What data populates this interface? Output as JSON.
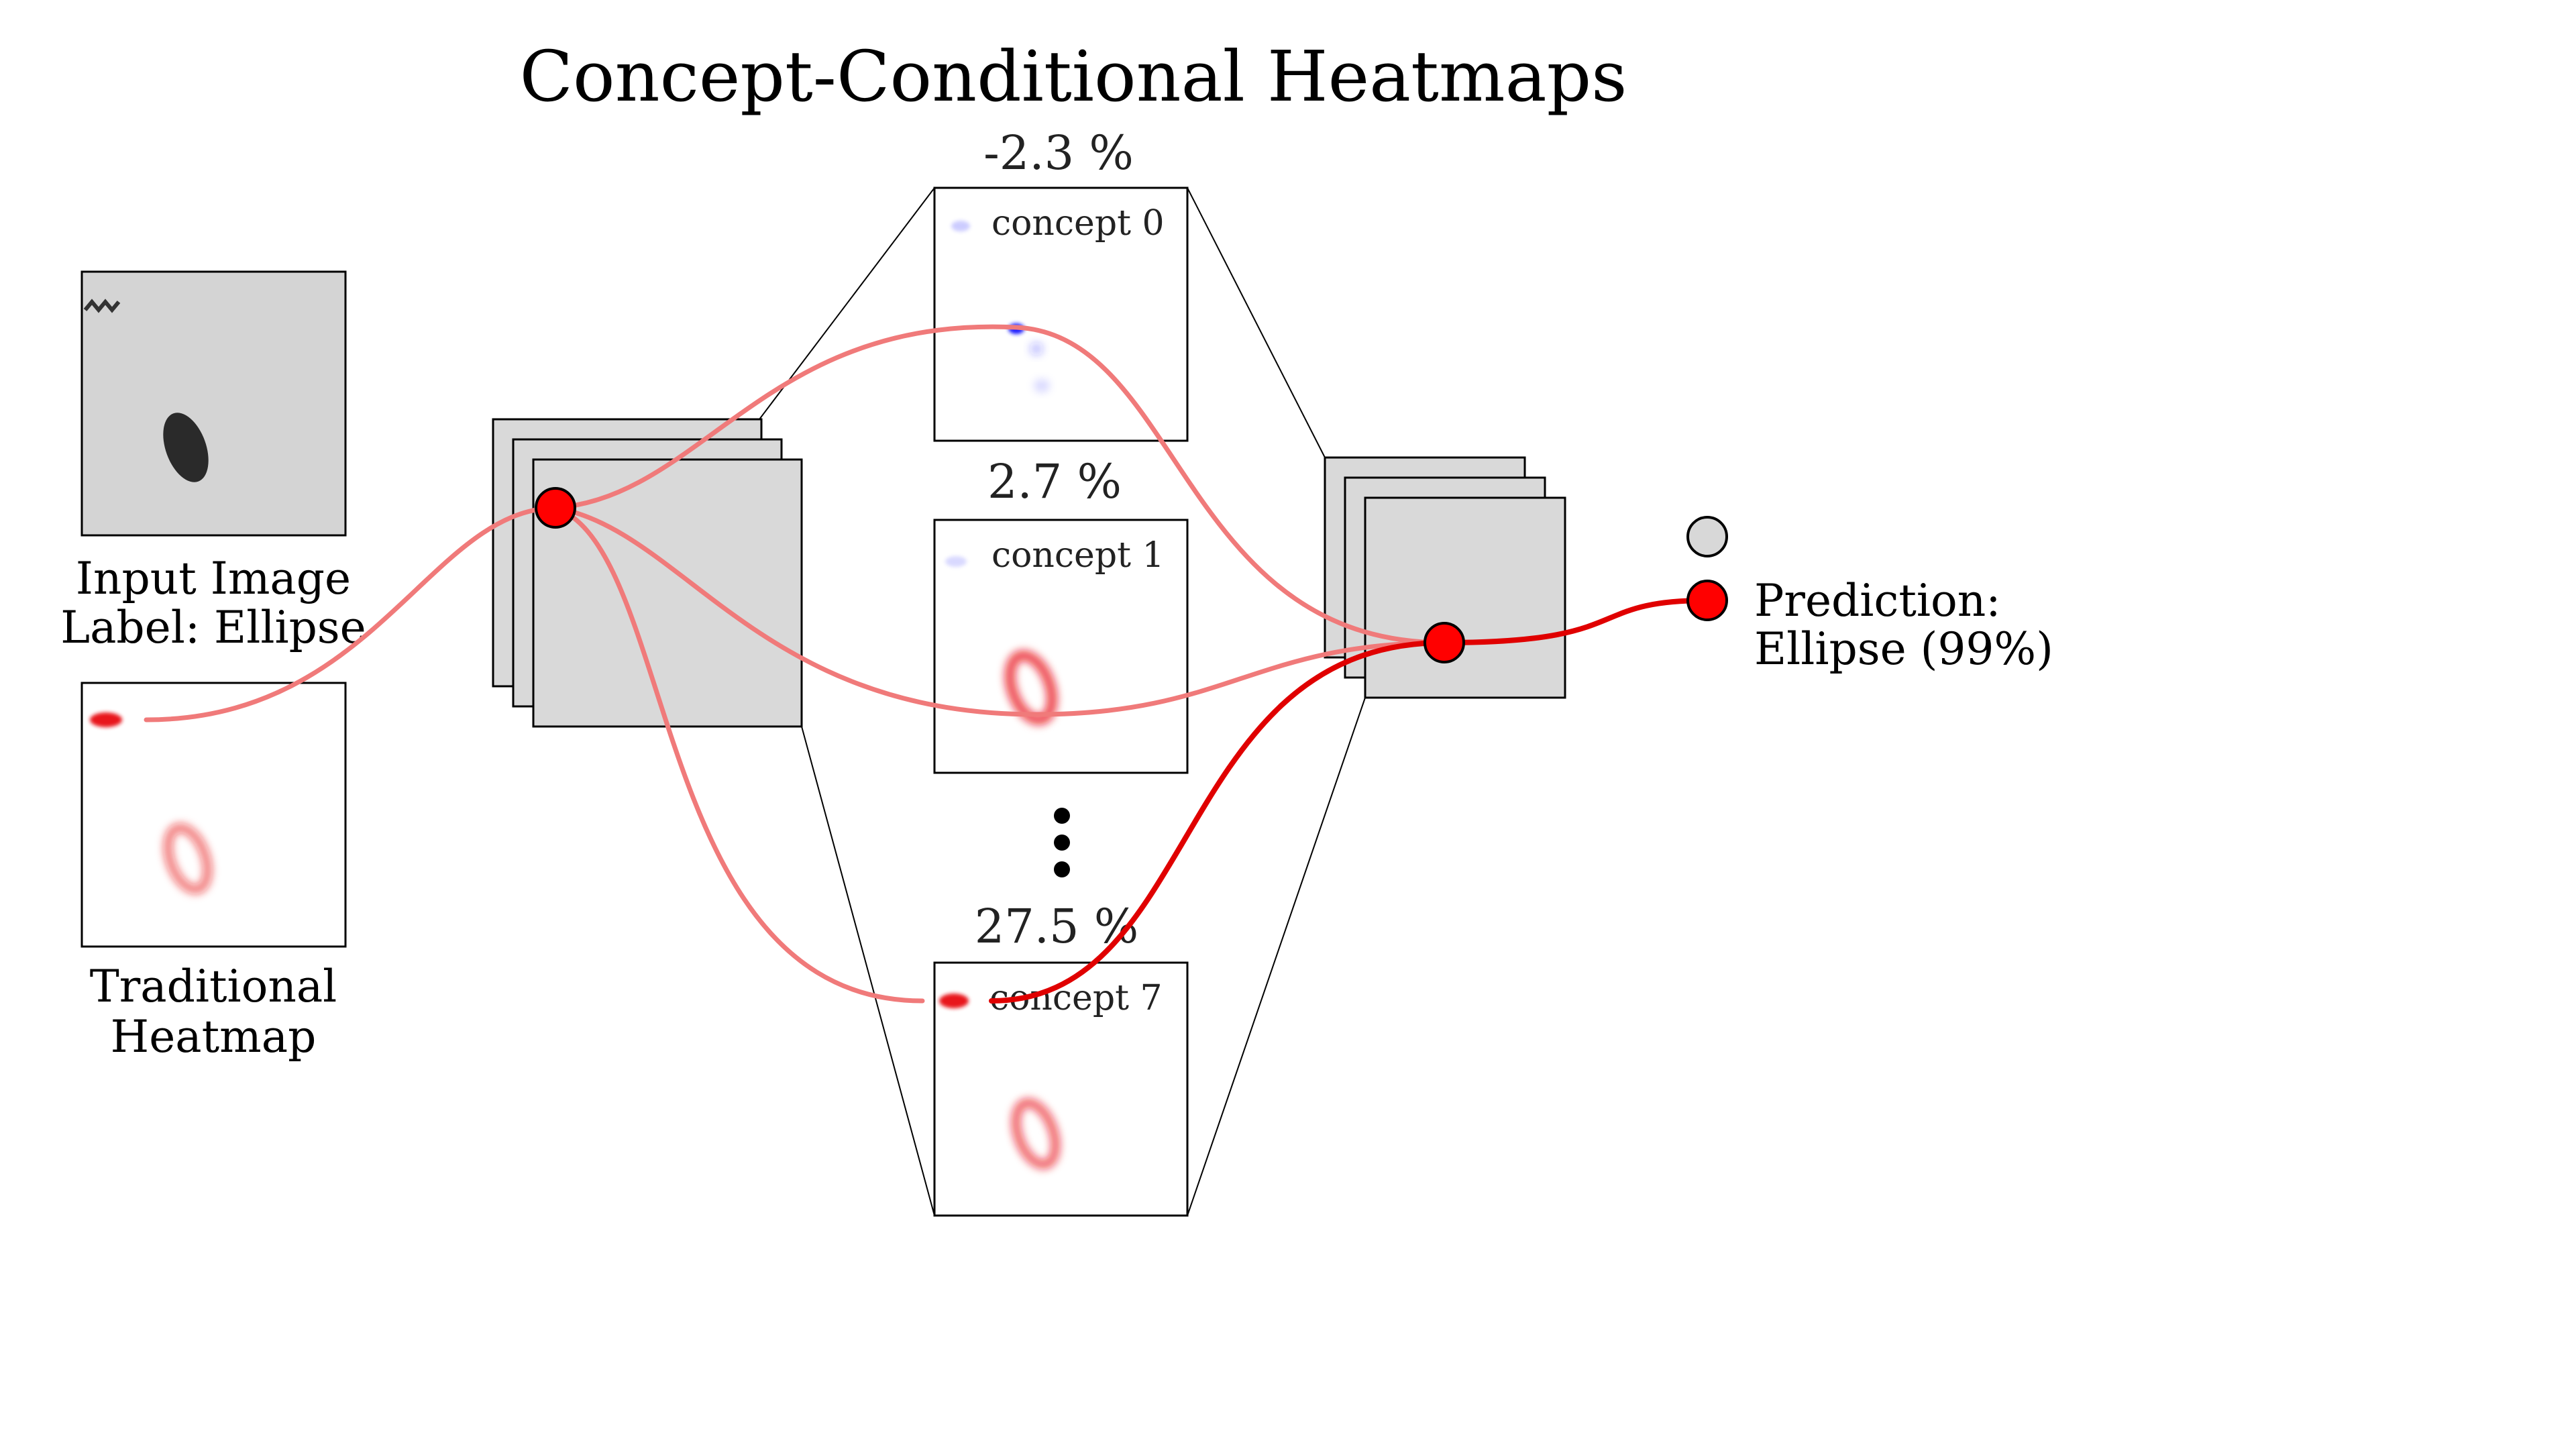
{
  "title": "Concept-Conditional Heatmaps",
  "input": {
    "label_line1": "Input Image",
    "label_line2": "Label: Ellipse"
  },
  "heatmap": {
    "label_line1": "Traditional",
    "label_line2": "Heatmap"
  },
  "concepts": [
    {
      "name": "concept 0",
      "percent": "-2.3 %",
      "color": "#1a1aff"
    },
    {
      "name": "concept 1",
      "percent": "2.7 %",
      "color": "#e8141a"
    },
    {
      "name": "concept 7",
      "percent": "27.5 %",
      "color": "#e8141a"
    }
  ],
  "prediction": {
    "label_line1": "Prediction:",
    "label_line2": "Ellipse (99%)"
  },
  "colors": {
    "path_light": "#f07a7a",
    "path_strong": "#e00000",
    "node_active": "#ff0000",
    "node_inactive": "#d8d8d8",
    "layer_fill": "#d9d9d9",
    "input_bg": "#d4d4d4"
  }
}
